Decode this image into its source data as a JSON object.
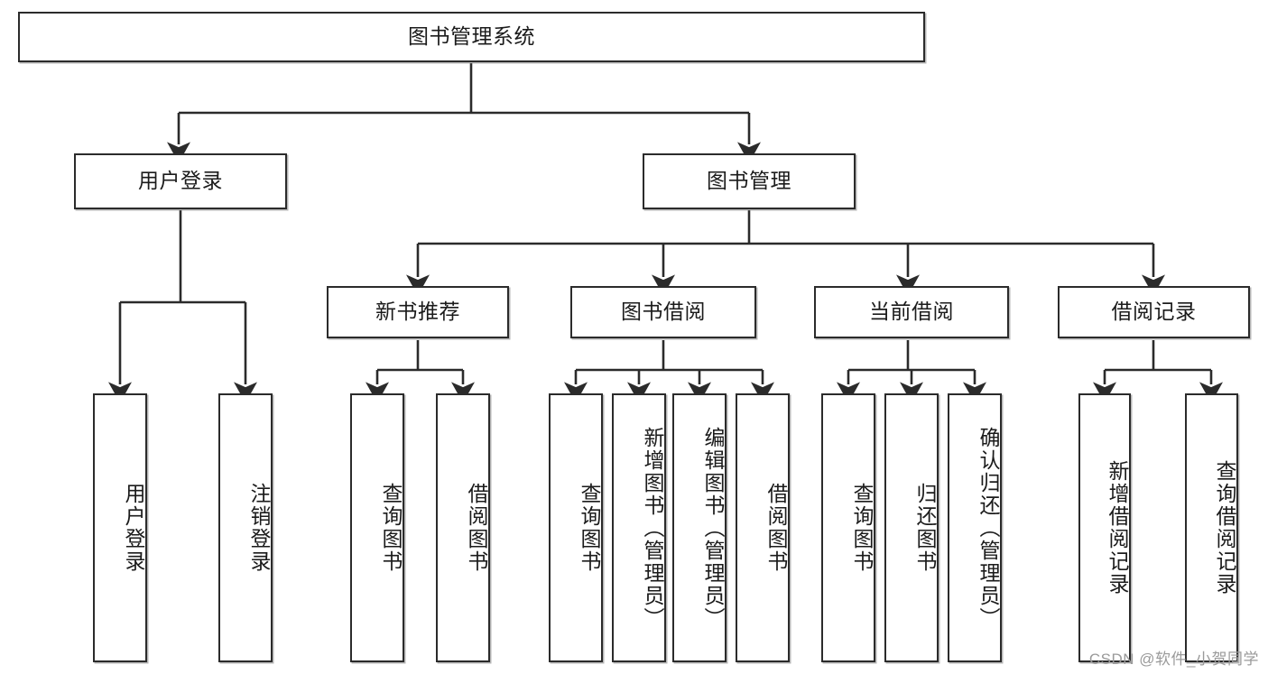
{
  "diagram": {
    "type": "tree",
    "title_node": "图书管理系统",
    "stroke_color": "#2b2b2b",
    "background_color": "#ffffff",
    "text_color": "#1b1b1b",
    "levels": {
      "root": {
        "label": "图书管理系统"
      },
      "level2": [
        {
          "label": "用户登录"
        },
        {
          "label": "图书管理"
        }
      ],
      "level3": [
        {
          "label": "新书推荐"
        },
        {
          "label": "图书借阅"
        },
        {
          "label": "当前借阅"
        },
        {
          "label": "借阅记录"
        }
      ],
      "leaves": {
        "user_login": [
          {
            "label": "用户登录"
          },
          {
            "label": "注销登录"
          }
        ],
        "new_book_recommend": [
          {
            "label": "查询图书"
          },
          {
            "label": "借阅图书"
          }
        ],
        "book_borrow": [
          {
            "label": "查询图书"
          },
          {
            "label": "新增图书（管理员）"
          },
          {
            "label": "编辑图书（管理员）"
          },
          {
            "label": "借阅图书"
          }
        ],
        "current_borrow": [
          {
            "label": "查询图书"
          },
          {
            "label": "归还图书"
          },
          {
            "label": "确认归还（管理员）"
          }
        ],
        "borrow_record": [
          {
            "label": "新增借阅记录"
          },
          {
            "label": "查询借阅记录"
          }
        ]
      }
    }
  },
  "watermark": {
    "text": "CSDN @软件_小贺同学"
  }
}
